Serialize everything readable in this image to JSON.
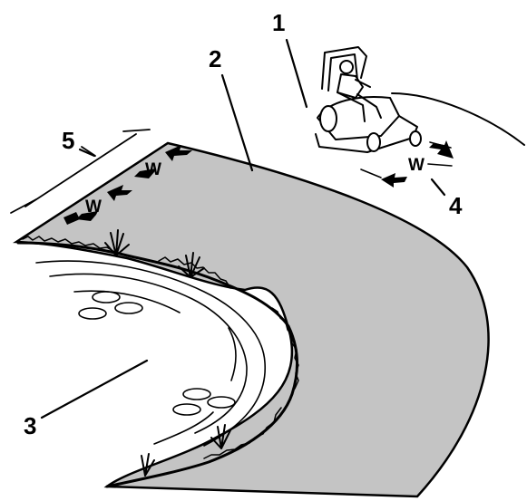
{
  "figure": {
    "callouts": {
      "one": "1",
      "two": "2",
      "three": "3",
      "four": "4",
      "five": "5"
    },
    "width_marks": {
      "w_upper": "W",
      "w_lower": "W",
      "w_mower": "W"
    }
  },
  "colors": {
    "mowed_area": "#c4c4c4",
    "outline": "#000000",
    "background": "#ffffff"
  }
}
